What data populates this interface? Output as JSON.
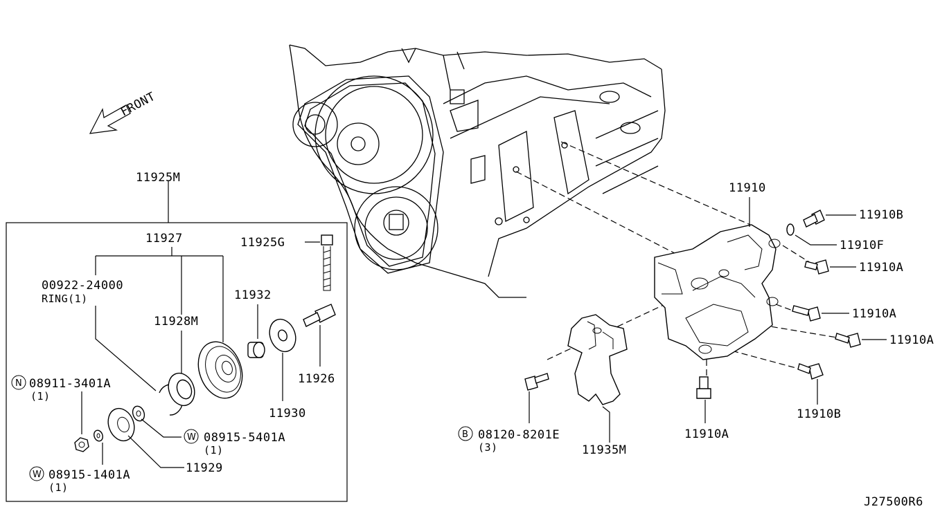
{
  "diagram_id": "J27500R6",
  "front_label": "FRONT",
  "assembly": {
    "number": "11925M",
    "pulley_assy": "11927",
    "bolt_g": "11925G",
    "spacer": "11932",
    "bearing": "11928M",
    "washer": "11930",
    "bolt": "11926",
    "plate": "11929",
    "ring_part": "00922-24000",
    "ring_name": "RING(1)",
    "nut": {
      "prefix": "N",
      "number": "08911-3401A",
      "qty": "(1)"
    },
    "washer_5401": {
      "prefix": "W",
      "number": "08915-5401A",
      "qty": "(1)"
    },
    "washer_1401": {
      "prefix": "W",
      "number": "08915-1401A",
      "qty": "(1)"
    }
  },
  "bracket": {
    "number": "11910",
    "bolt_b_top": "11910B",
    "washer_f": "11910F",
    "bolt_a_1": "11910A",
    "bolt_a_2": "11910A",
    "bolt_a_3": "11910A",
    "bolt_a_bottom": "11910A",
    "bolt_b_bottom": "11910B",
    "plate": "11935M",
    "bolt_8201": {
      "prefix": "B",
      "number": "08120-8201E",
      "qty": "(3)"
    }
  }
}
